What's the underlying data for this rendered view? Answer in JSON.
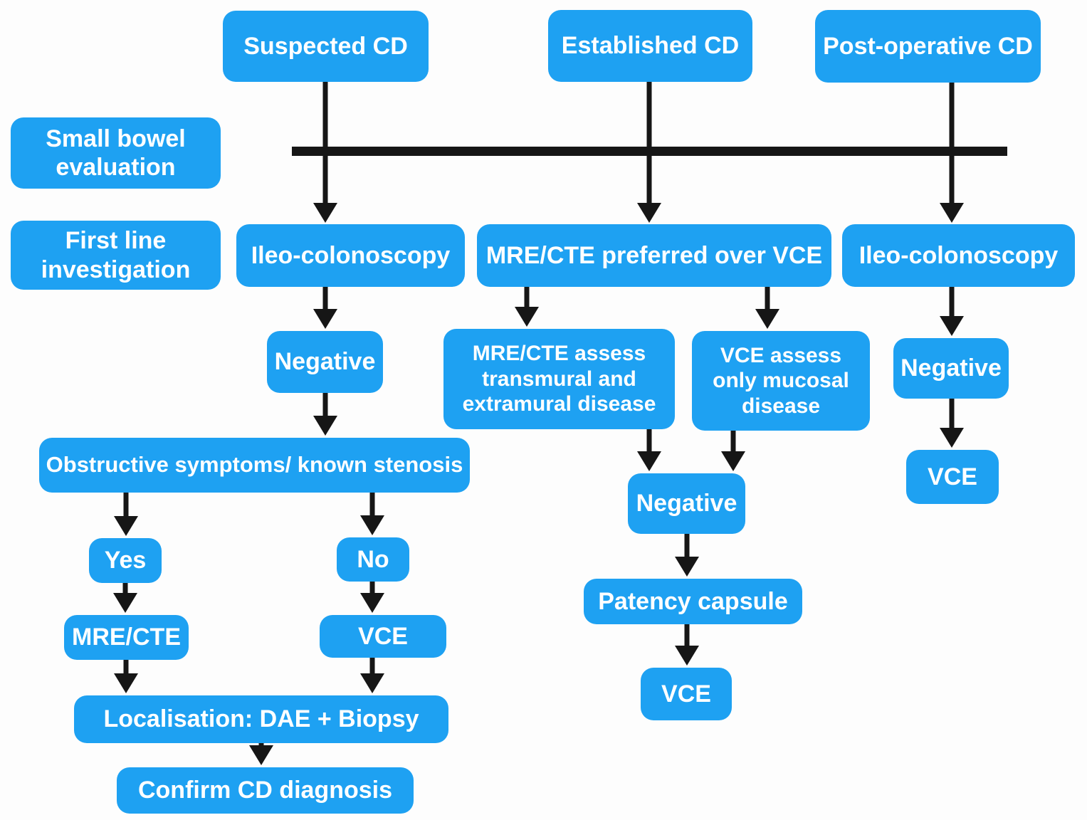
{
  "diagram": {
    "title_semantic": "Crohn's disease small bowel evaluation flowchart",
    "colors": {
      "node_fill": "#1ea1f2",
      "node_text": "#ffffff",
      "arrow": "#161616",
      "background": "#fdfdfd"
    }
  },
  "nodes": {
    "suspected_cd": {
      "label": "Suspected CD"
    },
    "established_cd": {
      "label": "Established CD"
    },
    "postoperative_cd": {
      "label": "Post-operative CD"
    },
    "small_bowel_evaluation": {
      "label": "Small bowel\nevaluation"
    },
    "first_line_investigation": {
      "label": "First line\ninvestigation"
    },
    "ileo_colonoscopy_left": {
      "label": "Ileo-colonoscopy"
    },
    "mre_cte_preferred": {
      "label": "MRE/CTE preferred over VCE"
    },
    "ileo_colonoscopy_right": {
      "label": "Ileo-colonoscopy"
    },
    "negative_left": {
      "label": "Negative"
    },
    "mre_cte_assess": {
      "label": "MRE/CTE assess\ntransmural and\nextramural disease"
    },
    "vce_assess": {
      "label": "VCE assess\nonly mucosal\ndisease"
    },
    "negative_right": {
      "label": "Negative"
    },
    "obstructive_symptoms": {
      "label": "Obstructive symptoms/ known stenosis"
    },
    "negative_mid": {
      "label": "Negative"
    },
    "vce_postop": {
      "label": "VCE"
    },
    "yes": {
      "label": "Yes"
    },
    "no": {
      "label": "No"
    },
    "patency_capsule": {
      "label": "Patency capsule"
    },
    "mre_cte_yes": {
      "label": "MRE/CTE"
    },
    "vce_no": {
      "label": "VCE"
    },
    "vce_after_patency": {
      "label": "VCE"
    },
    "localisation": {
      "label": "Localisation: DAE + Biopsy"
    },
    "confirm_cd": {
      "label": "Confirm CD diagnosis"
    }
  }
}
